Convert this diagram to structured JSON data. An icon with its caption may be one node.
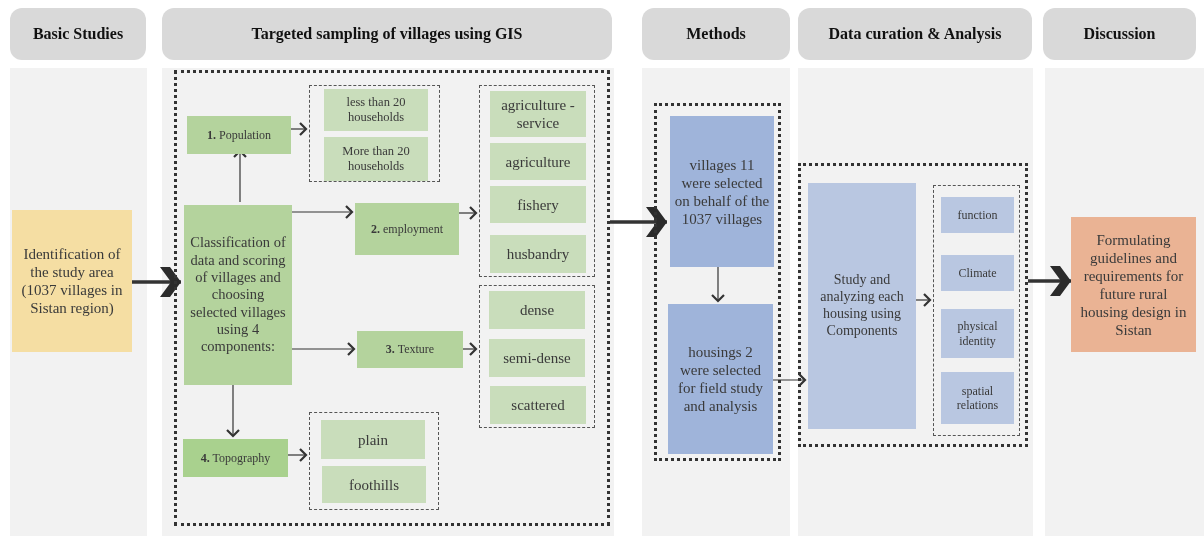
{
  "diagram": {
    "nodes": [
      {
        "text": [
          "Basic Studies"
        ]
      },
      {
        "text": [
          "Targeted sampling of villages using GIS"
        ]
      },
      {
        "text": [
          "Methods"
        ]
      },
      {
        "text": [
          "Data curation & Analysis"
        ]
      },
      {
        "text": [
          "Discussion"
        ]
      },
      {
        "text": [
          "Identification of the study area (1037 villages in Sistan region)"
        ]
      },
      {
        "text": [],
        "shape": "box"
      },
      {
        "text": [
          "**1.** Population"
        ],
        "in": 6
      },
      {
        "text": [],
        "shape": "box",
        "in": 6
      },
      {
        "text": [
          "less than 20 households"
        ],
        "in": 8
      },
      {
        "text": [
          "More than 20 households"
        ],
        "in": 8
      },
      {
        "text": [
          "Classification of data and scoring of villages and choosing selected villages using 4 components:"
        ],
        "in": 6
      },
      {
        "text": [
          "**2.** employment"
        ],
        "in": 6
      },
      {
        "text": [],
        "shape": "box",
        "in": 6
      },
      {
        "text": [
          "agriculture -service"
        ],
        "in": 13
      },
      {
        "text": [
          "agriculture"
        ],
        "in": 13
      },
      {
        "text": [
          "fishery"
        ],
        "in": 13
      },
      {
        "text": [
          "husbandry"
        ],
        "in": 13
      },
      {
        "text": [
          "**3.** Texture"
        ],
        "in": 6
      },
      {
        "text": [],
        "shape": "box",
        "in": 6
      },
      {
        "text": [
          "dense"
        ],
        "in": 19
      },
      {
        "text": [
          "semi-dense"
        ],
        "in": 19
      },
      {
        "text": [
          "scattered"
        ],
        "in": 19
      },
      {
        "text": [
          "**4.** Topography"
        ],
        "in": 6
      },
      {
        "text": [],
        "shape": "box",
        "in": 6
      },
      {
        "text": [
          "plain"
        ],
        "in": 24
      },
      {
        "text": [
          "foothills"
        ],
        "in": 24
      },
      {
        "text": [],
        "shape": "box"
      },
      {
        "text": [
          "villages  11 were selected on behalf of the 1037 villages"
        ],
        "in": 27
      },
      {
        "text": [
          "housings  2 were selected for field study and analysis"
        ],
        "in": 27
      },
      {
        "text": [],
        "shape": "box"
      },
      {
        "text": [
          "Study and analyzing each housing using Components"
        ],
        "in": 30
      },
      {
        "text": [],
        "shape": "box",
        "in": 30
      },
      {
        "text": [
          "function"
        ],
        "in": 32
      },
      {
        "text": [
          "Climate"
        ],
        "in": 32
      },
      {
        "text": [
          "physical identity"
        ],
        "in": 32
      },
      {
        "text": [
          "spatial relations"
        ],
        "in": 32
      },
      {
        "text": [
          "Formulating guidelines and requirements for future rural housing design in Sistan"
        ]
      }
    ],
    "edges": [
      {
        "from": 5,
        "to": 11,
        "arrow": "to",
        "style": "thick"
      },
      {
        "from": 11,
        "to": 7,
        "arrow": "to"
      },
      {
        "from": 7,
        "to": 8,
        "arrow": "to"
      },
      {
        "from": 11,
        "to": 12,
        "arrow": "to"
      },
      {
        "from": 12,
        "to": 13,
        "arrow": "to"
      },
      {
        "from": 11,
        "to": 18,
        "arrow": "to"
      },
      {
        "from": 18,
        "to": 19,
        "arrow": "to"
      },
      {
        "from": 11,
        "to": 23,
        "arrow": "to"
      },
      {
        "from": 23,
        "to": 24,
        "arrow": "to"
      },
      {
        "from": 6,
        "to": 28,
        "arrow": "to",
        "style": "thick"
      },
      {
        "from": 28,
        "to": 29,
        "arrow": "to"
      },
      {
        "from": 29,
        "to": 31,
        "arrow": "to"
      },
      {
        "from": 31,
        "to": 32,
        "arrow": "to"
      },
      {
        "from": 30,
        "to": 37,
        "arrow": "to",
        "style": "thick"
      }
    ]
  }
}
